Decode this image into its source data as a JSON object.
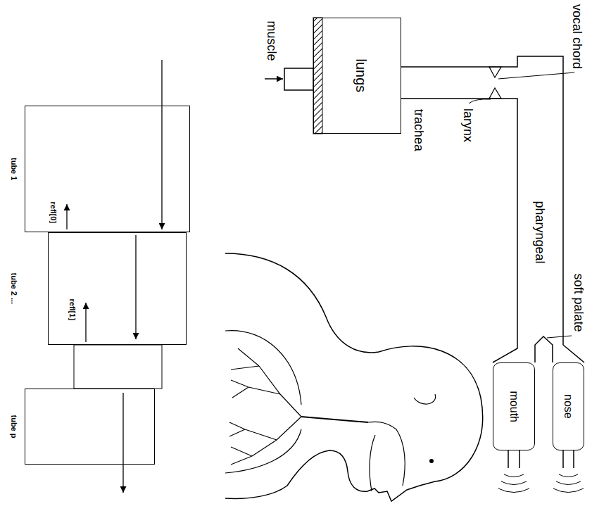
{
  "diagram": {
    "nodes": [
      {
        "text": [
          "lungs"
        ]
      },
      {
        "text": [
          "nose"
        ]
      },
      {
        "text": [
          "mouth"
        ]
      },
      {
        "text": [
          "tube 1",
          "refl[0]"
        ]
      },
      {
        "text": [
          "tube 2 ...",
          "refl[1]"
        ]
      },
      {
        "text": [
          "tube p"
        ]
      }
    ],
    "labels": [
      "vocal chord",
      "muscle",
      "larynx",
      "trachea",
      "pharyngeal",
      "soft palate"
    ]
  }
}
